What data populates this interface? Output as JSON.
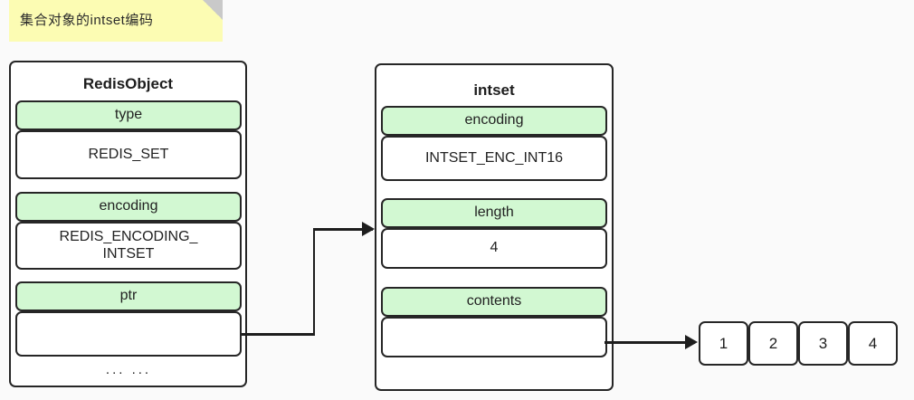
{
  "background_color": "#fafafa",
  "accent_green": "#d2f8d2",
  "note_yellow": "#fcfcb3",
  "stroke_color": "#1d1d1d",
  "note": {
    "title": "集合对象的intset编码",
    "fold_icon": "folded-corner-icon"
  },
  "redis_object": {
    "title": "RedisObject",
    "fields": [
      {
        "name": "type",
        "value": "REDIS_SET"
      },
      {
        "name": "encoding",
        "value": "REDIS_ENCODING_\nINTSET"
      },
      {
        "name": "ptr",
        "value": ""
      }
    ],
    "footer": "... ..."
  },
  "intset": {
    "title": "intset",
    "fields": [
      {
        "name": "encoding",
        "value": "INTSET_ENC_INT16"
      },
      {
        "name": "length",
        "value": "4"
      },
      {
        "name": "contents",
        "value": ""
      }
    ]
  },
  "contents_array": {
    "cells": [
      "1",
      "2",
      "3",
      "4"
    ]
  },
  "connectors": [
    {
      "name": "ptr-to-intset",
      "from": "redis_object.ptr",
      "to": "intset"
    },
    {
      "name": "contents-to-array",
      "from": "intset.contents",
      "to": "contents_array"
    }
  ]
}
